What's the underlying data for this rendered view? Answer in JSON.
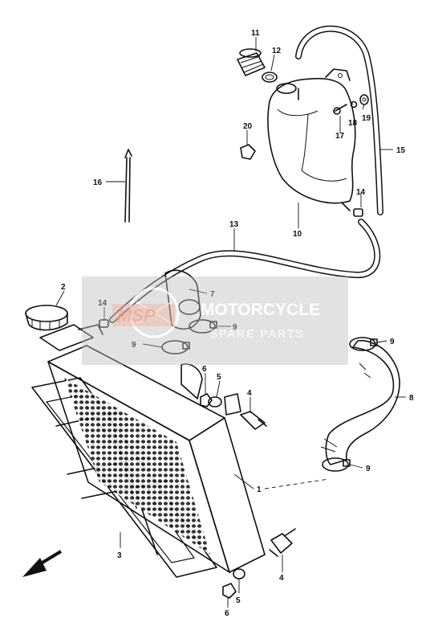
{
  "watermark": {
    "brand_abbrev": "MSP",
    "title": "MOTORCYCLE",
    "subtitle": "SPARE PARTS"
  },
  "callouts": {
    "c1": "1",
    "c2": "2",
    "c3": "3",
    "c4a": "4",
    "c4b": "4",
    "c5a": "5",
    "c5b": "5",
    "c6a": "6",
    "c6b": "6",
    "c7": "7",
    "c8": "8",
    "c9a": "9",
    "c9b": "9",
    "c9c": "9",
    "c9d": "9",
    "c10": "10",
    "c11": "11",
    "c12": "12",
    "c13": "13",
    "c14a": "14",
    "c14b": "14",
    "c15": "15",
    "c16": "16",
    "c17": "17",
    "c18": "18",
    "c19": "19",
    "c20": "20"
  },
  "icons": {
    "front_arrow": "front-direction-arrow-icon"
  }
}
